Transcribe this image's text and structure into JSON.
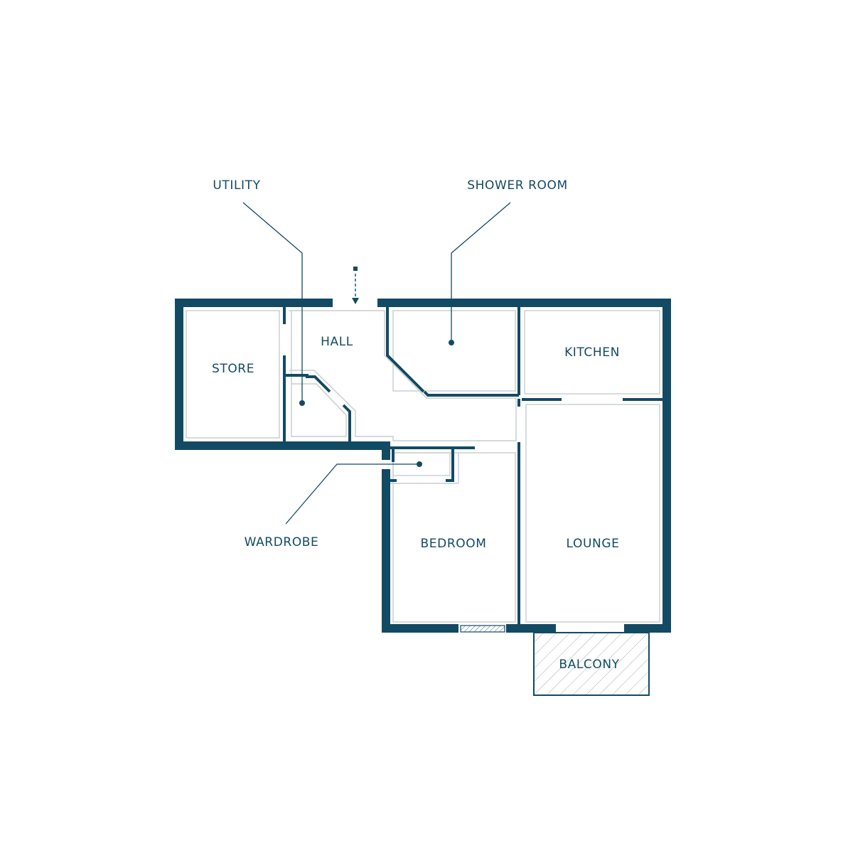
{
  "labels": {
    "utility": "UTILITY",
    "shower_room": "SHOWER ROOM",
    "hall": "HALL",
    "kitchen": "KITCHEN",
    "store": "STORE",
    "wardrobe": "WARDROBE",
    "bedroom": "BEDROOM",
    "lounge": "LOUNGE",
    "balcony": "BALCONY"
  },
  "colors": {
    "wall": "#124a63",
    "inner_line": "#c8cccf",
    "background": "#ffffff"
  },
  "icons": {
    "entrance": "entrance-arrow-icon"
  }
}
